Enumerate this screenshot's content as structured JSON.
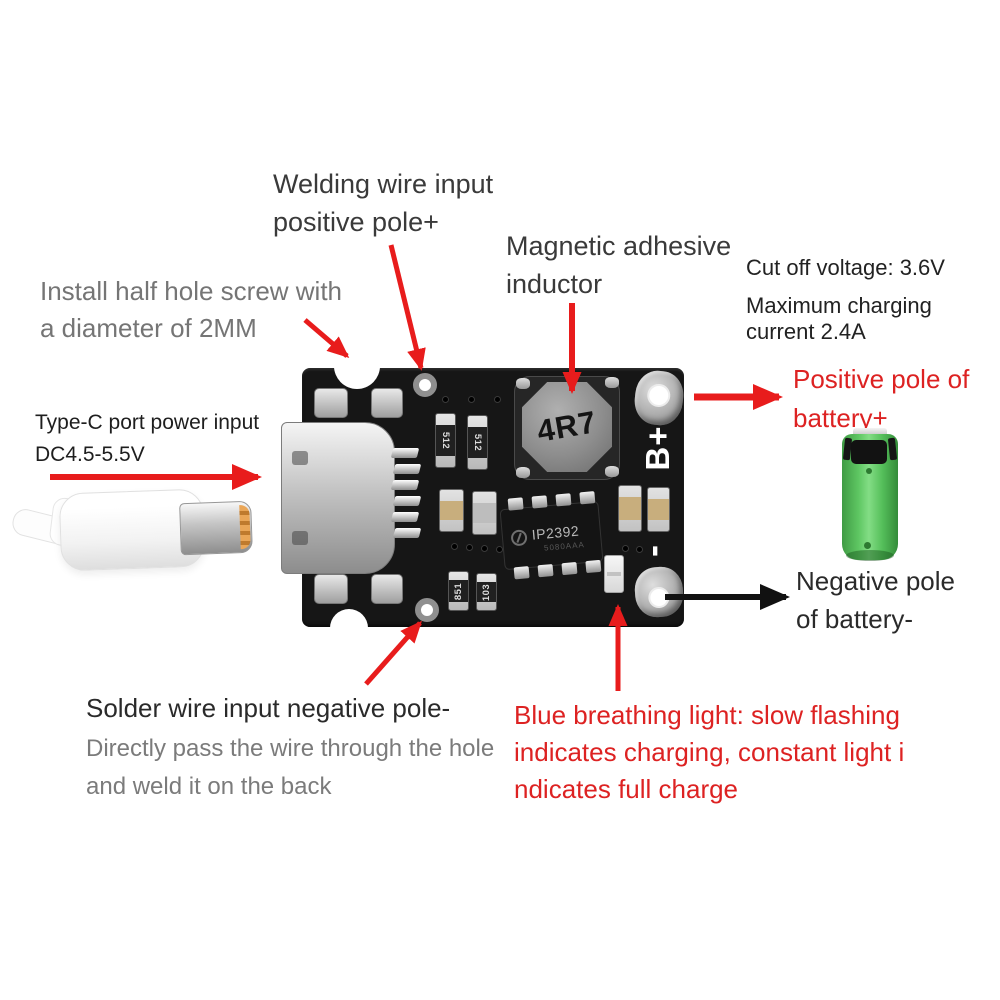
{
  "annotations": {
    "welding": {
      "lines": [
        "Welding wire input",
        "positive pole+"
      ]
    },
    "magnetic_inductor": {
      "lines": [
        "Magnetic adhesive",
        "inductor"
      ]
    },
    "cutoff": {
      "lines": [
        "Cut off voltage: 3.6V",
        "Maximum charging",
        "current 2.4A"
      ]
    },
    "positive_pole": {
      "lines": [
        "Positive pole of",
        "battery+"
      ]
    },
    "install_screw": {
      "lines": [
        "Install half hole screw with",
        "a diameter of 2MM"
      ]
    },
    "typec_input": {
      "lines": [
        "Type-C port power input",
        "DC4.5-5.5V"
      ]
    },
    "negative_pole": {
      "lines": [
        "Negative pole",
        "of battery-"
      ]
    },
    "solder_negative": {
      "title": "Solder wire input negative pole-",
      "desc_lines": [
        "Directly pass the wire through the hole",
        "and weld it on the back"
      ]
    },
    "blue_light": {
      "lines": [
        "Blue breathing light: slow flashing",
        "indicates charging, constant light i",
        "ndicates full charge"
      ]
    }
  },
  "pcb": {
    "inductor_marking": "4R7",
    "ic_markings": [
      "IP2392",
      "5080AAA"
    ],
    "silkscreen": {
      "battery_positive": "B+",
      "battery_negative": "-"
    },
    "resistor_markings": [
      "512",
      "512",
      "851",
      "103"
    ]
  },
  "colors": {
    "annotation_red": "#dd2222",
    "arrow_red": "#e81c1c",
    "arrow_black": "#111111",
    "text_dark": "#3a3a3a",
    "text_gray": "#757575",
    "pcb_black": "#161616",
    "battery_green": "#5cc35c"
  }
}
